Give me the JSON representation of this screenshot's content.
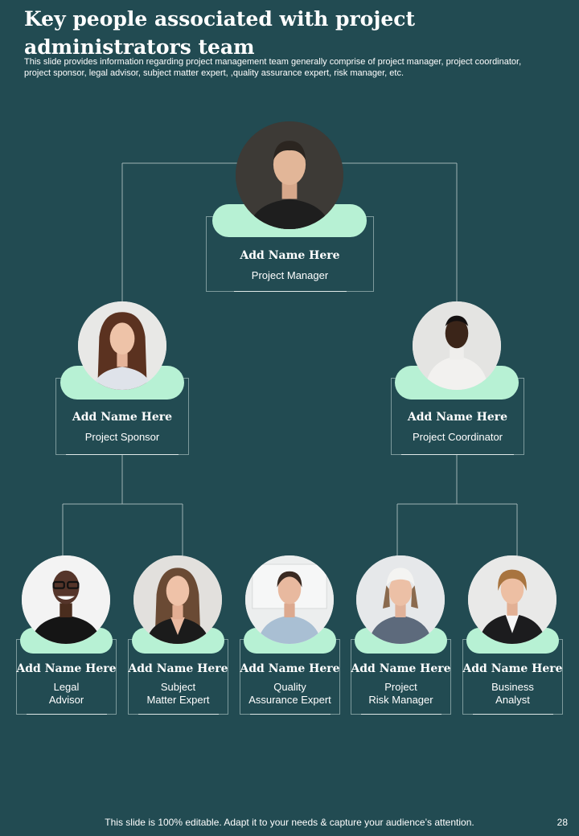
{
  "header": {
    "title": "Key people associated with  project\nadministrators  team",
    "subtitle": "This slide provides information regarding project management team generally comprise of project manager, project coordinator, project sponsor, legal advisor, subject matter expert, ,quality assurance expert, risk manager, etc."
  },
  "people": {
    "manager": {
      "name": "Add Name Here",
      "role": "Project Manager"
    },
    "sponsor": {
      "name": "Add Name Here",
      "role": "Project Sponsor"
    },
    "coordinator": {
      "name": "Add Name Here",
      "role": "Project Coordinator"
    },
    "legal": {
      "name": "Add Name Here",
      "role": "Legal\nAdvisor"
    },
    "sme": {
      "name": "Add Name Here",
      "role": "Subject\nMatter Expert"
    },
    "qa": {
      "name": "Add Name Here",
      "role": "Quality\nAssurance Expert"
    },
    "risk": {
      "name": "Add Name Here",
      "role": "Project\nRisk Manager"
    },
    "analyst": {
      "name": "Add Name Here",
      "role": "Business\nAnalyst"
    }
  },
  "footer": {
    "text": "This slide is 100% editable. Adapt it to your needs & capture your audience’s attention.",
    "page": "28"
  },
  "colors": {
    "background": "#224b52",
    "accent": "#b7f1d4",
    "connector": "#9fb3b4"
  }
}
